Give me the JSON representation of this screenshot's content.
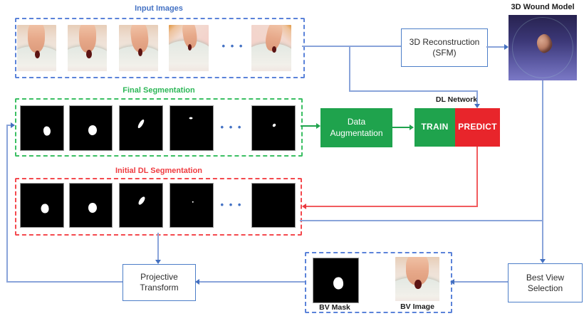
{
  "diagram": {
    "groups": {
      "input": {
        "label": "Input Images"
      },
      "final": {
        "label": "Final Segmentation"
      },
      "initial": {
        "label": "Initial DL Segmentation"
      },
      "best_view_io": {
        "mask_label": "BV Mask",
        "image_label": "BV Image"
      }
    },
    "nodes": {
      "recon": {
        "line1": "3D Reconstruction",
        "line2": "(SFM)"
      },
      "wound_model": {
        "label": "3D Wound Model"
      },
      "data_augmentation": {
        "line1": "Data",
        "line2": "Augmentation"
      },
      "dl_network": {
        "label": "DL Network",
        "train": "TRAIN",
        "predict": "PREDICT"
      },
      "projective_transform": {
        "line1": "Projective",
        "line2": "Transform"
      },
      "best_view_selection": {
        "line1": "Best View",
        "line2": "Selection"
      }
    },
    "ellipsis": "• • •",
    "colors": {
      "blue_accent": "#4472C4",
      "line_blue": "#8AA4DA",
      "dashed_blue": "#5B83D9",
      "green_fill": "#1FA34D",
      "green_label": "#2DB757",
      "red_fill": "#E8252B",
      "red_label": "#EF3B40",
      "red_line": "#F15B5E"
    }
  }
}
